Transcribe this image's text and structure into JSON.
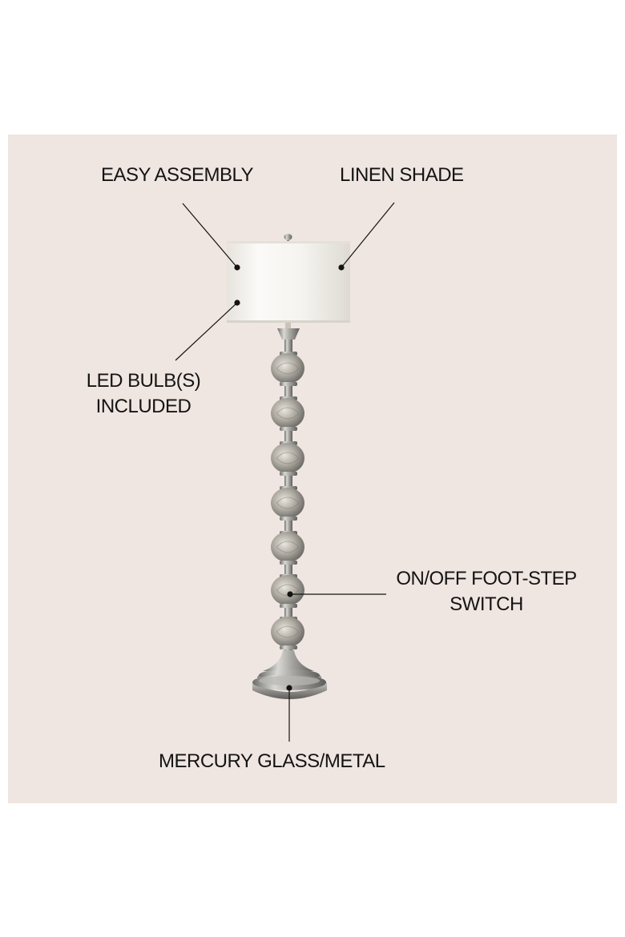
{
  "callouts": {
    "easy_assembly": [
      "EASY ASSEMBLY"
    ],
    "linen_shade": [
      "LINEN SHADE"
    ],
    "led_bulbs": [
      "LED BULB(S)",
      "INCLUDED"
    ],
    "foot_step_switch": [
      "ON/OFF FOOT-STEP",
      "SWITCH"
    ],
    "material": [
      "MERCURY GLASS/METAL"
    ]
  },
  "colors": {
    "page_background": "#ffffff",
    "panel_background": "#efe5e1",
    "text": "#141414",
    "shade": "#f7f5f2",
    "metal": "#a6a6a6"
  }
}
